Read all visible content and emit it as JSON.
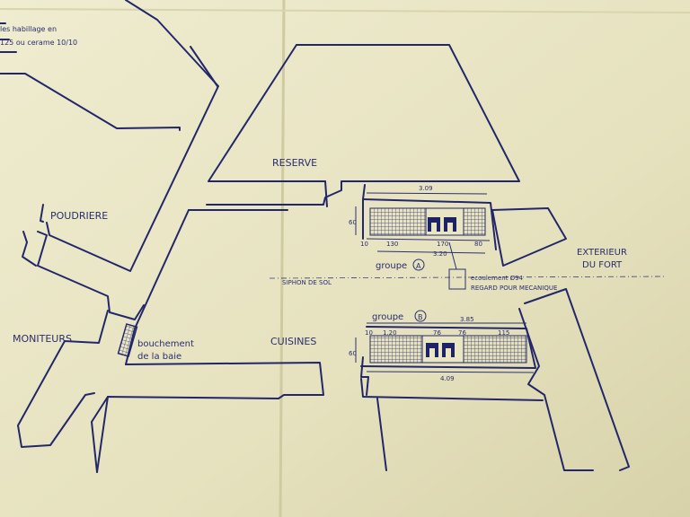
{
  "colors": {
    "paper": "#e9e6c4",
    "ink": "#23276a",
    "fold_shadow": "#d8d4ad"
  },
  "notes": {
    "line1": "les habillage en",
    "line2": "125 ou cerame 10/10"
  },
  "rooms": {
    "reserve": "RESERVE",
    "poudriere": "POUDRIERE",
    "moniteurs": "MONITEURS.",
    "cuisines": "CUISINES",
    "exterieur_1": "EXTERIEUR",
    "exterieur_2": "DU    FORT"
  },
  "annotations": {
    "bouchement_1": "bouchement",
    "bouchement_2": "de la baie",
    "siphon": "SIPHON DE SOL",
    "ecoulement": "ecoulement Ø94",
    "regard": "REGARD POUR MECANIQUE"
  },
  "groupe_a": {
    "label": "groupe",
    "letter": "A",
    "dim_top": "3.09",
    "dim_left": "60",
    "dim_edge": "10",
    "dim_1": "130",
    "dim_2": "170",
    "dim_3": "80",
    "dim_total": "3.20"
  },
  "groupe_b": {
    "label": "groupe",
    "letter": "B",
    "dim_total": "3.85",
    "dim_edge": "10",
    "dim_1": "1.20",
    "dim_2": "76",
    "dim_3": "76",
    "dim_4": "115",
    "dim_left": "60",
    "dim_bottom": "4.09"
  }
}
